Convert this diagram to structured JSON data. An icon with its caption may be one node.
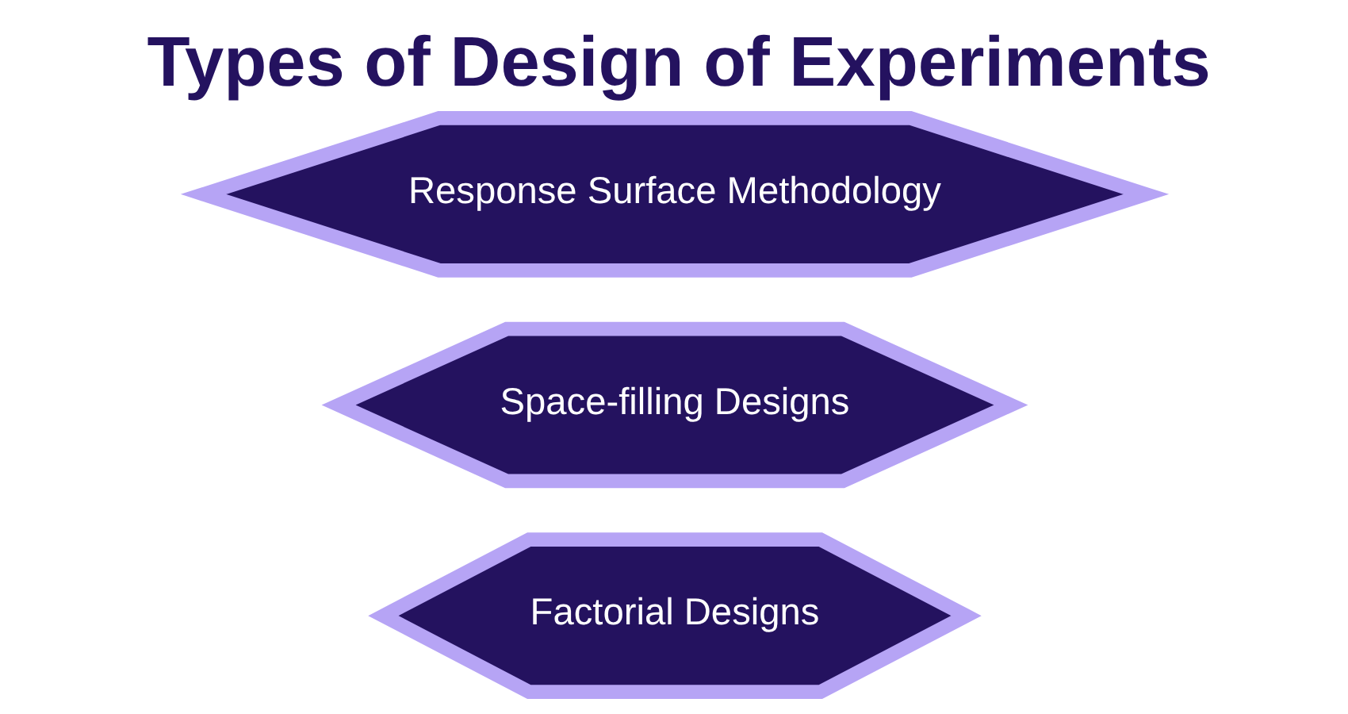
{
  "diagram": {
    "title": "Types of Design of Experiments",
    "nodes": [
      {
        "text": [
          "Factorial Designs"
        ]
      },
      {
        "text": [
          "Space-filling Designs"
        ]
      },
      {
        "text": [
          "Response Surface Methodology"
        ]
      }
    ]
  }
}
